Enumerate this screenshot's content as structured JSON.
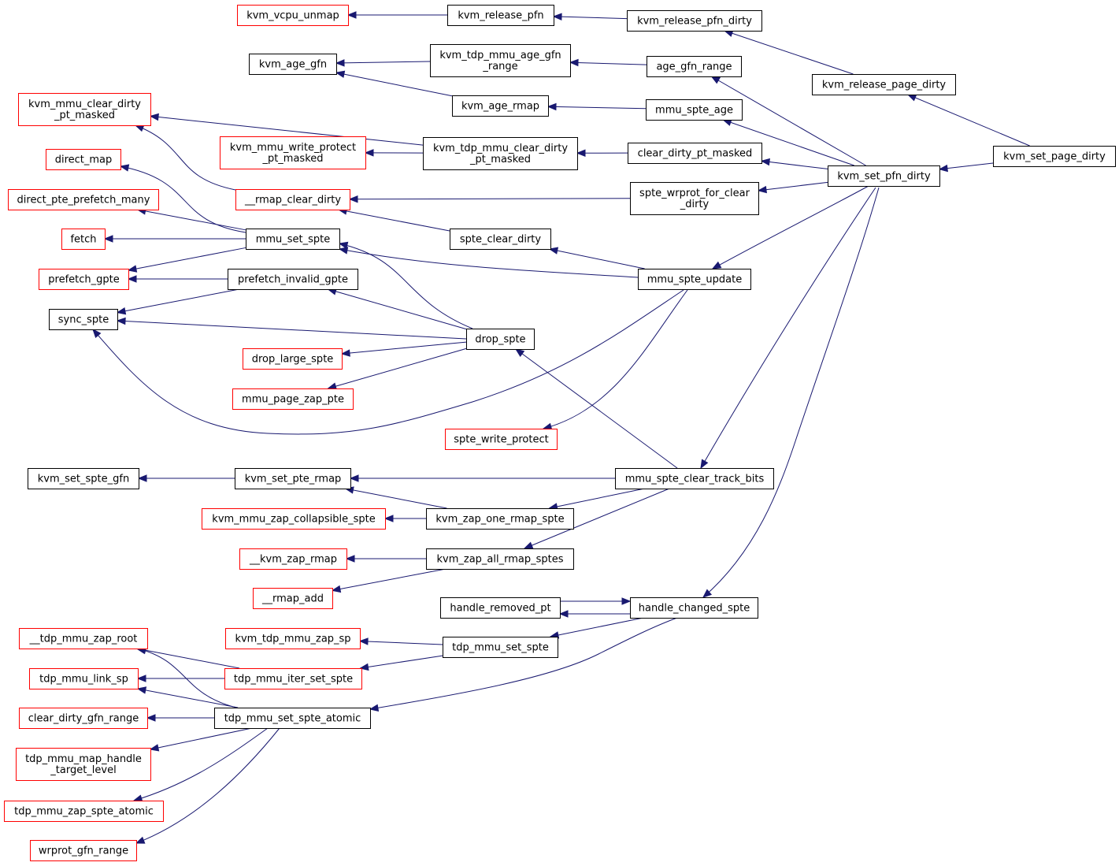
{
  "graph": {
    "colors": {
      "edge": "#191970",
      "border_documented": "#000000",
      "border_undocumented": "#ff0000",
      "focus_fill": "#bfbfbf"
    },
    "nodes": {
      "kvm_set_page_dirty": {
        "lines": [
          "kvm_set_page_dirty"
        ],
        "style": "focus"
      },
      "kvm_release_page_dirty": {
        "lines": [
          "kvm_release_page_dirty"
        ],
        "style": "normal"
      },
      "kvm_set_pfn_dirty": {
        "lines": [
          "kvm_set_pfn_dirty"
        ],
        "style": "normal"
      },
      "kvm_release_pfn_dirty": {
        "lines": [
          "kvm_release_pfn_dirty"
        ],
        "style": "normal"
      },
      "kvm_release_pfn": {
        "lines": [
          "kvm_release_pfn"
        ],
        "style": "normal"
      },
      "kvm_vcpu_unmap": {
        "lines": [
          "kvm_vcpu_unmap"
        ],
        "style": "red"
      },
      "age_gfn_range": {
        "lines": [
          "age_gfn_range"
        ],
        "style": "normal"
      },
      "kvm_tdp_mmu_age_gfn_range": {
        "lines": [
          "kvm_tdp_mmu_age_gfn",
          "_range"
        ],
        "style": "normal"
      },
      "kvm_age_gfn": {
        "lines": [
          "kvm_age_gfn"
        ],
        "style": "normal"
      },
      "mmu_spte_age": {
        "lines": [
          "mmu_spte_age"
        ],
        "style": "normal"
      },
      "kvm_age_rmap": {
        "lines": [
          "kvm_age_rmap"
        ],
        "style": "normal"
      },
      "clear_dirty_pt_masked": {
        "lines": [
          "clear_dirty_pt_masked"
        ],
        "style": "normal"
      },
      "kvm_tdp_mmu_clear_dirty_pt_masked": {
        "lines": [
          "kvm_tdp_mmu_clear_dirty",
          "_pt_masked"
        ],
        "style": "normal"
      },
      "kvm_mmu_clear_dirty_pt_masked": {
        "lines": [
          "kvm_mmu_clear_dirty",
          "_pt_masked"
        ],
        "style": "red"
      },
      "kvm_mmu_write_protect_pt_masked": {
        "lines": [
          "kvm_mmu_write_protect",
          "_pt_masked"
        ],
        "style": "red"
      },
      "spte_wrprot_for_clear_dirty": {
        "lines": [
          "spte_wrprot_for_clear",
          "_dirty"
        ],
        "style": "normal"
      },
      "rmap_clear_dirty": {
        "lines": [
          "__rmap_clear_dirty"
        ],
        "style": "red"
      },
      "mmu_spte_update": {
        "lines": [
          "mmu_spte_update"
        ],
        "style": "normal"
      },
      "spte_clear_dirty": {
        "lines": [
          "spte_clear_dirty"
        ],
        "style": "normal"
      },
      "mmu_set_spte": {
        "lines": [
          "mmu_set_spte"
        ],
        "style": "normal"
      },
      "direct_map": {
        "lines": [
          "direct_map"
        ],
        "style": "red"
      },
      "direct_pte_prefetch_many": {
        "lines": [
          "direct_pte_prefetch_many"
        ],
        "style": "red"
      },
      "fetch": {
        "lines": [
          "fetch"
        ],
        "style": "red"
      },
      "prefetch_gpte": {
        "lines": [
          "prefetch_gpte"
        ],
        "style": "red"
      },
      "prefetch_invalid_gpte": {
        "lines": [
          "prefetch_invalid_gpte"
        ],
        "style": "normal"
      },
      "sync_spte": {
        "lines": [
          "sync_spte"
        ],
        "style": "normal"
      },
      "drop_spte": {
        "lines": [
          "drop_spte"
        ],
        "style": "normal"
      },
      "drop_large_spte": {
        "lines": [
          "drop_large_spte"
        ],
        "style": "red"
      },
      "mmu_page_zap_pte": {
        "lines": [
          "mmu_page_zap_pte"
        ],
        "style": "red"
      },
      "spte_write_protect": {
        "lines": [
          "spte_write_protect"
        ],
        "style": "red"
      },
      "mmu_spte_clear_track_bits": {
        "lines": [
          "mmu_spte_clear_track_bits"
        ],
        "style": "normal"
      },
      "kvm_set_pte_rmap": {
        "lines": [
          "kvm_set_pte_rmap"
        ],
        "style": "normal"
      },
      "kvm_set_spte_gfn": {
        "lines": [
          "kvm_set_spte_gfn"
        ],
        "style": "normal"
      },
      "kvm_zap_one_rmap_spte": {
        "lines": [
          "kvm_zap_one_rmap_spte"
        ],
        "style": "normal"
      },
      "kvm_mmu_zap_collapsible_spte": {
        "lines": [
          "kvm_mmu_zap_collapsible_spte"
        ],
        "style": "red"
      },
      "kvm_zap_all_rmap_sptes": {
        "lines": [
          "kvm_zap_all_rmap_sptes"
        ],
        "style": "normal"
      },
      "kvm_zap_rmap": {
        "lines": [
          "__kvm_zap_rmap"
        ],
        "style": "red"
      },
      "rmap_add": {
        "lines": [
          "__rmap_add"
        ],
        "style": "red"
      },
      "handle_changed_spte": {
        "lines": [
          "handle_changed_spte"
        ],
        "style": "normal"
      },
      "handle_removed_pt": {
        "lines": [
          "handle_removed_pt"
        ],
        "style": "normal"
      },
      "tdp_mmu_set_spte": {
        "lines": [
          "tdp_mmu_set_spte"
        ],
        "style": "normal"
      },
      "kvm_tdp_mmu_zap_sp": {
        "lines": [
          "kvm_tdp_mmu_zap_sp"
        ],
        "style": "red"
      },
      "tdp_mmu_iter_set_spte": {
        "lines": [
          "tdp_mmu_iter_set_spte"
        ],
        "style": "red"
      },
      "tdp_mmu_zap_root": {
        "lines": [
          "__tdp_mmu_zap_root"
        ],
        "style": "red"
      },
      "tdp_mmu_link_sp": {
        "lines": [
          "tdp_mmu_link_sp"
        ],
        "style": "red"
      },
      "tdp_mmu_set_spte_atomic": {
        "lines": [
          "tdp_mmu_set_spte_atomic"
        ],
        "style": "normal"
      },
      "clear_dirty_gfn_range": {
        "lines": [
          "clear_dirty_gfn_range"
        ],
        "style": "red"
      },
      "tdp_mmu_map_handle_target_level": {
        "lines": [
          "tdp_mmu_map_handle",
          "_target_level"
        ],
        "style": "red"
      },
      "tdp_mmu_zap_spte_atomic": {
        "lines": [
          "tdp_mmu_zap_spte_atomic"
        ],
        "style": "red"
      },
      "wrprot_gfn_range": {
        "lines": [
          "wrprot_gfn_range"
        ],
        "style": "red"
      }
    },
    "edges": [
      [
        "kvm_release_page_dirty",
        "kvm_set_page_dirty"
      ],
      [
        "kvm_set_pfn_dirty",
        "kvm_set_page_dirty"
      ],
      [
        "kvm_release_pfn_dirty",
        "kvm_release_page_dirty"
      ],
      [
        "kvm_release_pfn",
        "kvm_release_pfn_dirty"
      ],
      [
        "kvm_vcpu_unmap",
        "kvm_release_pfn"
      ],
      [
        "age_gfn_range",
        "kvm_set_pfn_dirty"
      ],
      [
        "kvm_tdp_mmu_age_gfn_range",
        "age_gfn_range"
      ],
      [
        "kvm_age_gfn",
        "kvm_tdp_mmu_age_gfn_range"
      ],
      [
        "mmu_spte_age",
        "kvm_set_pfn_dirty"
      ],
      [
        "kvm_age_rmap",
        "mmu_spte_age"
      ],
      [
        "kvm_age_gfn",
        "kvm_age_rmap"
      ],
      [
        "clear_dirty_pt_masked",
        "kvm_set_pfn_dirty"
      ],
      [
        "kvm_tdp_mmu_clear_dirty_pt_masked",
        "clear_dirty_pt_masked"
      ],
      [
        "kvm_mmu_clear_dirty_pt_masked",
        "kvm_tdp_mmu_clear_dirty_pt_masked"
      ],
      [
        "kvm_mmu_write_protect_pt_masked",
        "kvm_tdp_mmu_clear_dirty_pt_masked"
      ],
      [
        "spte_wrprot_for_clear_dirty",
        "kvm_set_pfn_dirty"
      ],
      [
        "rmap_clear_dirty",
        "spte_wrprot_for_clear_dirty"
      ],
      [
        "kvm_mmu_clear_dirty_pt_masked",
        "rmap_clear_dirty"
      ],
      [
        "mmu_spte_update",
        "kvm_set_pfn_dirty"
      ],
      [
        "spte_clear_dirty",
        "mmu_spte_update"
      ],
      [
        "rmap_clear_dirty",
        "spte_clear_dirty"
      ],
      [
        "mmu_set_spte",
        "mmu_spte_update"
      ],
      [
        "sync_spte",
        "mmu_spte_update"
      ],
      [
        "spte_write_protect",
        "mmu_spte_update"
      ],
      [
        "direct_map",
        "mmu_set_spte"
      ],
      [
        "direct_pte_prefetch_many",
        "mmu_set_spte"
      ],
      [
        "fetch",
        "mmu_set_spte"
      ],
      [
        "prefetch_gpte",
        "mmu_set_spte"
      ],
      [
        "prefetch_gpte",
        "prefetch_invalid_gpte"
      ],
      [
        "sync_spte",
        "prefetch_invalid_gpte"
      ],
      [
        "mmu_set_spte",
        "drop_spte"
      ],
      [
        "prefetch_invalid_gpte",
        "drop_spte"
      ],
      [
        "sync_spte",
        "drop_spte"
      ],
      [
        "drop_large_spte",
        "drop_spte"
      ],
      [
        "mmu_page_zap_pte",
        "drop_spte"
      ],
      [
        "mmu_spte_clear_track_bits",
        "kvm_set_pfn_dirty"
      ],
      [
        "drop_spte",
        "mmu_spte_clear_track_bits"
      ],
      [
        "kvm_set_pte_rmap",
        "mmu_spte_clear_track_bits"
      ],
      [
        "kvm_set_spte_gfn",
        "kvm_set_pte_rmap"
      ],
      [
        "kvm_zap_one_rmap_spte",
        "mmu_spte_clear_track_bits"
      ],
      [
        "kvm_set_pte_rmap",
        "kvm_zap_one_rmap_spte"
      ],
      [
        "kvm_mmu_zap_collapsible_spte",
        "kvm_zap_one_rmap_spte"
      ],
      [
        "kvm_zap_all_rmap_sptes",
        "mmu_spte_clear_track_bits"
      ],
      [
        "kvm_zap_rmap",
        "kvm_zap_all_rmap_sptes"
      ],
      [
        "rmap_add",
        "kvm_zap_all_rmap_sptes"
      ],
      [
        "handle_changed_spte",
        "kvm_set_pfn_dirty"
      ],
      [
        "handle_changed_spte",
        "handle_removed_pt"
      ],
      [
        "handle_removed_pt",
        "handle_changed_spte"
      ],
      [
        "tdp_mmu_set_spte",
        "handle_changed_spte"
      ],
      [
        "kvm_tdp_mmu_zap_sp",
        "tdp_mmu_set_spte"
      ],
      [
        "tdp_mmu_iter_set_spte",
        "tdp_mmu_set_spte"
      ],
      [
        "tdp_mmu_zap_root",
        "tdp_mmu_iter_set_spte"
      ],
      [
        "tdp_mmu_link_sp",
        "tdp_mmu_iter_set_spte"
      ],
      [
        "tdp_mmu_set_spte_atomic",
        "handle_changed_spte"
      ],
      [
        "tdp_mmu_zap_root",
        "tdp_mmu_set_spte_atomic"
      ],
      [
        "tdp_mmu_link_sp",
        "tdp_mmu_set_spte_atomic"
      ],
      [
        "clear_dirty_gfn_range",
        "tdp_mmu_set_spte_atomic"
      ],
      [
        "tdp_mmu_map_handle_target_level",
        "tdp_mmu_set_spte_atomic"
      ],
      [
        "tdp_mmu_zap_spte_atomic",
        "tdp_mmu_set_spte_atomic"
      ],
      [
        "wrprot_gfn_range",
        "tdp_mmu_set_spte_atomic"
      ]
    ]
  }
}
